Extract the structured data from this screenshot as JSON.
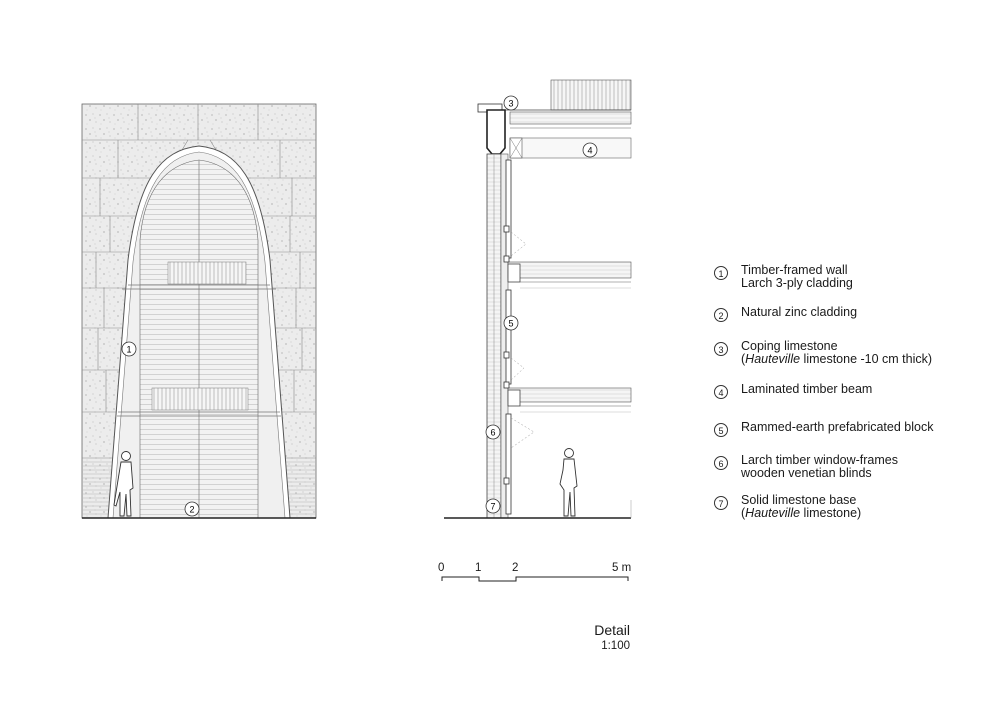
{
  "legend": [
    {
      "num": "1",
      "line1": "Timber-framed wall",
      "line2": "Larch 3-ply cladding",
      "line2_italic": ""
    },
    {
      "num": "2",
      "line1": "Natural zinc cladding",
      "line2": "",
      "line2_italic": ""
    },
    {
      "num": "3",
      "line1": "Coping limestone",
      "line2_italic": "Hauteville",
      "line2": " limestone -10 cm thick)"
    },
    {
      "num": "4",
      "line1": "Laminated timber beam",
      "line2": "",
      "line2_italic": ""
    },
    {
      "num": "5",
      "line1": "Rammed-earth prefabricated block",
      "line2": "",
      "line2_italic": ""
    },
    {
      "num": "6",
      "line1": "Larch timber window-frames",
      "line2": "wooden venetian blinds",
      "line2_italic": ""
    },
    {
      "num": "7",
      "line1": "Solid limestone base",
      "line2_italic": "Hauteville",
      "line2": " limestone)"
    }
  ],
  "markers": {
    "elevation": [
      "1",
      "2"
    ],
    "section": [
      "3",
      "4",
      "5",
      "6",
      "7"
    ]
  },
  "scale_bar": {
    "labels": [
      "0",
      "1",
      "2",
      "5 m"
    ]
  },
  "caption": {
    "title": "Detail",
    "scale": "1:100"
  },
  "colors": {
    "line": "#333333",
    "stone": "#e6e6e6",
    "glass": "#ececec",
    "fill": "#f3f3f3"
  }
}
